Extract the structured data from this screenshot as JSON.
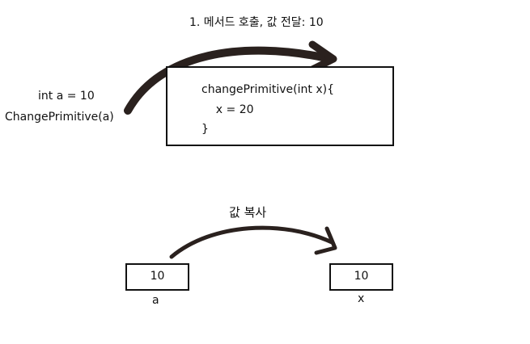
{
  "top": {
    "step_label": "1. 메서드 호출, 값 전달: 10",
    "caller_line1": "int a = 10",
    "caller_line2": "ChangePrimitive(a)",
    "code_line1": "changePrimitive(int x){",
    "code_line2": "    x = 20",
    "code_line3": "}"
  },
  "bottom": {
    "copy_label": "값 복사",
    "left_box_value": "10",
    "left_box_name": "a",
    "right_box_value": "10",
    "right_box_name": "x"
  },
  "colors": {
    "ink": "#111111",
    "arrow": "#2a211e"
  }
}
